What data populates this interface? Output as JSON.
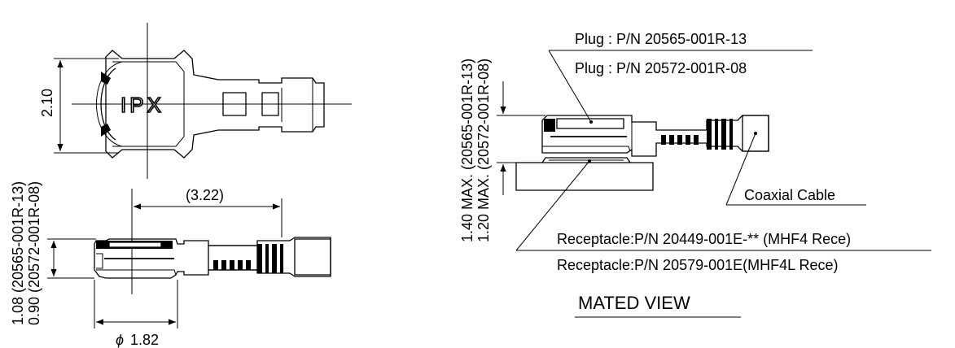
{
  "top_view": {
    "brand_mark": "IPX",
    "width_dim": "2.10"
  },
  "side_view": {
    "length_dim": "(3.22)",
    "diameter_symbol": "ϕ",
    "diameter_value": "1.82",
    "height_dim_1": "1.08 (20565-001R-13)",
    "height_dim_2": "0.90 (20572-001R-08)"
  },
  "mated_view": {
    "height_dim_1": "1.40 MAX. (20565-001R-13)",
    "height_dim_2": "1.20 MAX. (20572-001R-08)",
    "plug_label_1": "Plug : P/N 20565-001R-13",
    "plug_label_2": "Plug : P/N 20572-001R-08",
    "cable_label": "Coaxial Cable",
    "receptacle_label_1": "Receptacle:P/N 20449-001E-** (MHF4 Rece)",
    "receptacle_label_2": "Receptacle:P/N 20579-001E(MHF4L Rece)",
    "view_title": "MATED VIEW"
  }
}
